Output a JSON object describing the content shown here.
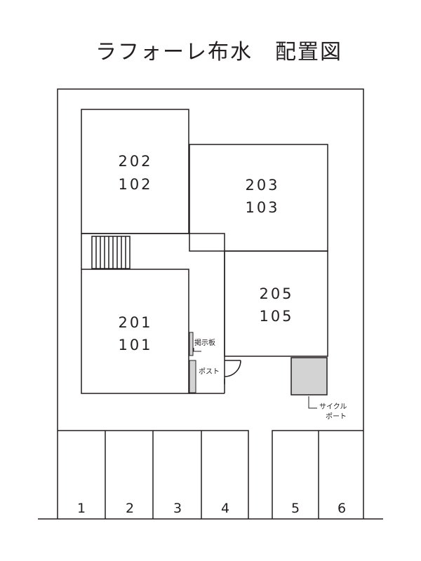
{
  "title": "ラフォーレ布水　配置図",
  "units": [
    {
      "upper": "202",
      "lower": "102"
    },
    {
      "upper": "203",
      "lower": "103"
    },
    {
      "upper": "201",
      "lower": "101"
    },
    {
      "upper": "205",
      "lower": "105"
    }
  ],
  "labels": {
    "notice_board": "掲示板",
    "mailbox": "ポスト",
    "cycle_port_line1": "サイクル",
    "cycle_port_line2": "ポート"
  },
  "parking": [
    "1",
    "2",
    "3",
    "4",
    "5",
    "6"
  ],
  "colors": {
    "line": "#231f20",
    "fill_gray": "#d3d3d3",
    "background": "#ffffff"
  }
}
